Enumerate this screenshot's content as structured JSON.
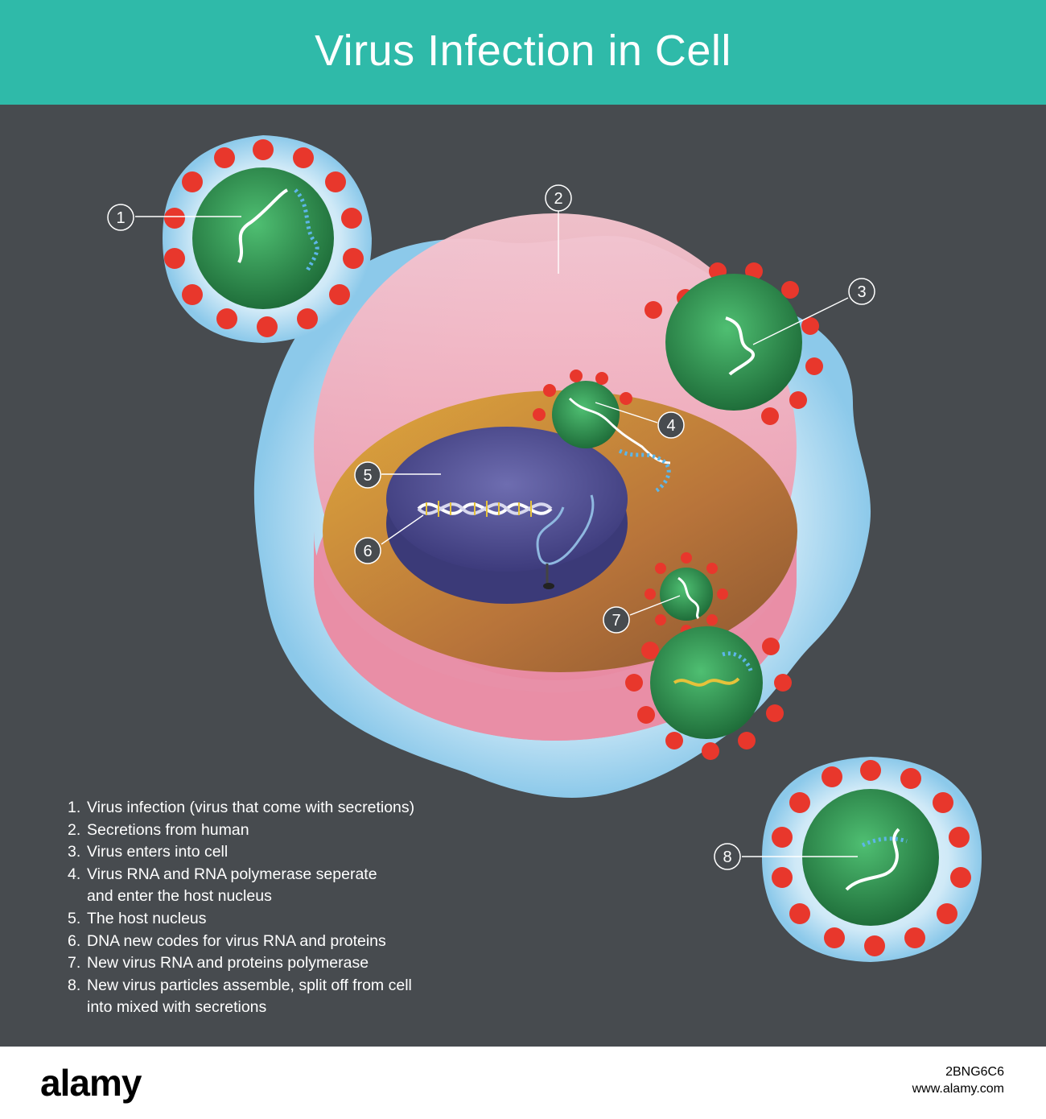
{
  "title": "Virus Infection in Cell",
  "callouts": [
    "1",
    "2",
    "3",
    "4",
    "5",
    "6",
    "7",
    "8"
  ],
  "legend": [
    {
      "num": "1.",
      "text": "Virus infection (virus that come with secretions)"
    },
    {
      "num": "2.",
      "text": "Secretions from human"
    },
    {
      "num": "3.",
      "text": "Virus enters into cell"
    },
    {
      "num": "4.",
      "text": "Virus RNA and RNA polymerase seperate\nand enter the host nucleus"
    },
    {
      "num": "5.",
      "text": "The host nucleus"
    },
    {
      "num": "6.",
      "text": "DNA new codes for virus RNA and proteins"
    },
    {
      "num": "7.",
      "text": "New virus RNA and proteins polymerase"
    },
    {
      "num": "8.",
      "text": "New virus particles assemble, split off from cell\ninto mixed with secretions"
    }
  ],
  "footer": {
    "logo": "alamy",
    "image_id": "2BNG6C6",
    "url": "www.alamy.com"
  },
  "colors": {
    "header": "#2fbaa9",
    "background": "#474b4f",
    "secretion": "#a8d8ee",
    "membrane": "#f3a7b8",
    "cytoplasm": "#d59a3a",
    "nucleus": "#4f4d92",
    "virus_body": "#2f8f4e",
    "spike": "#e8372c"
  },
  "icons": [
    "virus-particle-icon",
    "rna-strand-icon",
    "dna-helix-icon"
  ]
}
